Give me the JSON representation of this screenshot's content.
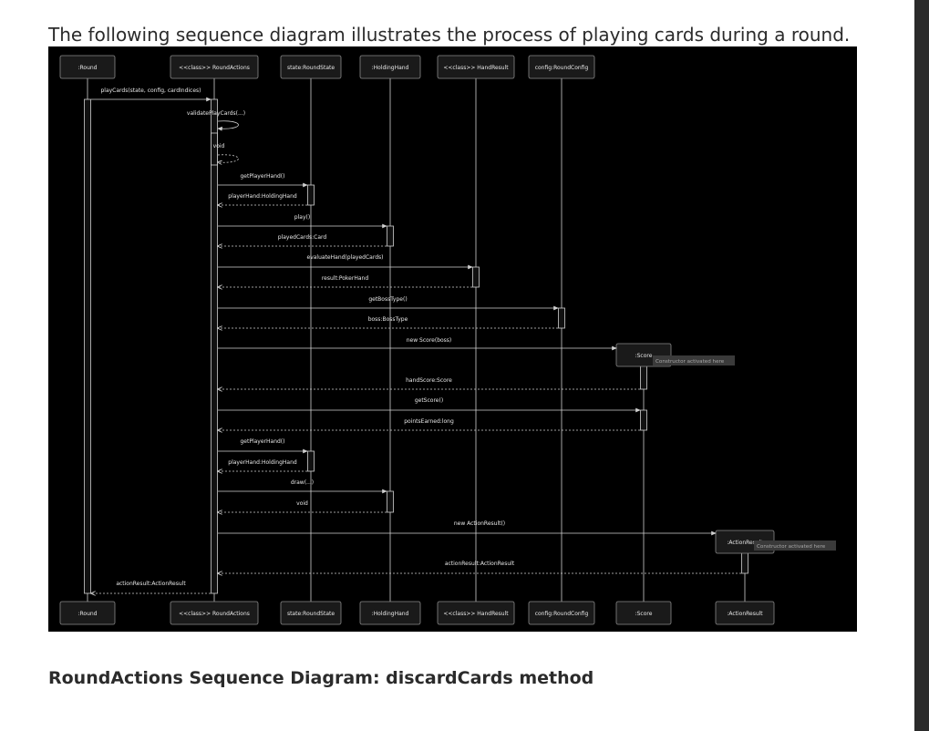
{
  "intro_text": "The following sequence diagram illustrates the process of playing cards during a round.",
  "section_heading": "RoundActions Sequence Diagram: discardCards method",
  "diagram": {
    "participants": [
      {
        "id": "round",
        "label": ":Round"
      },
      {
        "id": "ra",
        "label": "<<class>> RoundActions"
      },
      {
        "id": "state",
        "label": "state:RoundState"
      },
      {
        "id": "hh",
        "label": ":HoldingHand"
      },
      {
        "id": "hr",
        "label": "<<class>> HandResult"
      },
      {
        "id": "cfg",
        "label": "config:RoundConfig"
      },
      {
        "id": "score",
        "label": ":Score",
        "created": true
      },
      {
        "id": "ar",
        "label": ":ActionResult",
        "created": true
      }
    ],
    "messages": [
      {
        "from": "round",
        "to": "ra",
        "label": "playCards(state, config, cardIndices)",
        "kind": "call"
      },
      {
        "from": "ra",
        "to": "ra",
        "label": "validatePlayCards(...)",
        "kind": "self"
      },
      {
        "from": "ra",
        "to": "ra",
        "label": "void",
        "kind": "self-return"
      },
      {
        "from": "ra",
        "to": "state",
        "label": "getPlayerHand()",
        "kind": "call"
      },
      {
        "from": "state",
        "to": "ra",
        "label": "playerHand:HoldingHand",
        "kind": "return"
      },
      {
        "from": "ra",
        "to": "hh",
        "label": "play()",
        "kind": "call"
      },
      {
        "from": "hh",
        "to": "ra",
        "label": "playedCards:Card",
        "kind": "return"
      },
      {
        "from": "ra",
        "to": "hr",
        "label": "evaluateHand(playedCards)",
        "kind": "call"
      },
      {
        "from": "hr",
        "to": "ra",
        "label": "result:PokerHand",
        "kind": "return"
      },
      {
        "from": "ra",
        "to": "cfg",
        "label": "getBossType()",
        "kind": "call"
      },
      {
        "from": "cfg",
        "to": "ra",
        "label": "boss:BossType",
        "kind": "return"
      },
      {
        "from": "ra",
        "to": "score",
        "label": "new Score(boss)",
        "kind": "create"
      },
      {
        "from": "score",
        "to": "ra",
        "label": "handScore:Score",
        "kind": "return"
      },
      {
        "from": "ra",
        "to": "score",
        "label": "getScore()",
        "kind": "call"
      },
      {
        "from": "score",
        "to": "ra",
        "label": "pointsEarned:long",
        "kind": "return"
      },
      {
        "from": "ra",
        "to": "state",
        "label": "getPlayerHand()",
        "kind": "call"
      },
      {
        "from": "state",
        "to": "ra",
        "label": "playerHand:HoldingHand",
        "kind": "return"
      },
      {
        "from": "ra",
        "to": "hh",
        "label": "draw(...)",
        "kind": "call"
      },
      {
        "from": "hh",
        "to": "ra",
        "label": "void",
        "kind": "return"
      },
      {
        "from": "ra",
        "to": "ar",
        "label": "new ActionResult()",
        "kind": "create"
      },
      {
        "from": "ar",
        "to": "ra",
        "label": "actionResult:ActionResult",
        "kind": "return"
      },
      {
        "from": "ra",
        "to": "round",
        "label": "actionResult:ActionResult",
        "kind": "return"
      }
    ],
    "notes": [
      {
        "attached_to": "score",
        "text": "Constructor activated here"
      },
      {
        "attached_to": "ar",
        "text": "Constructor activated here"
      }
    ],
    "colors": {
      "background": "#000000",
      "box_fill": "#1a1a1a",
      "box_stroke": "#8a8a8a",
      "line": "#d0d0d0",
      "text": "#e8e8e8",
      "note_fill": "#3a3a3a",
      "note_text": "#a8a8a8"
    }
  }
}
